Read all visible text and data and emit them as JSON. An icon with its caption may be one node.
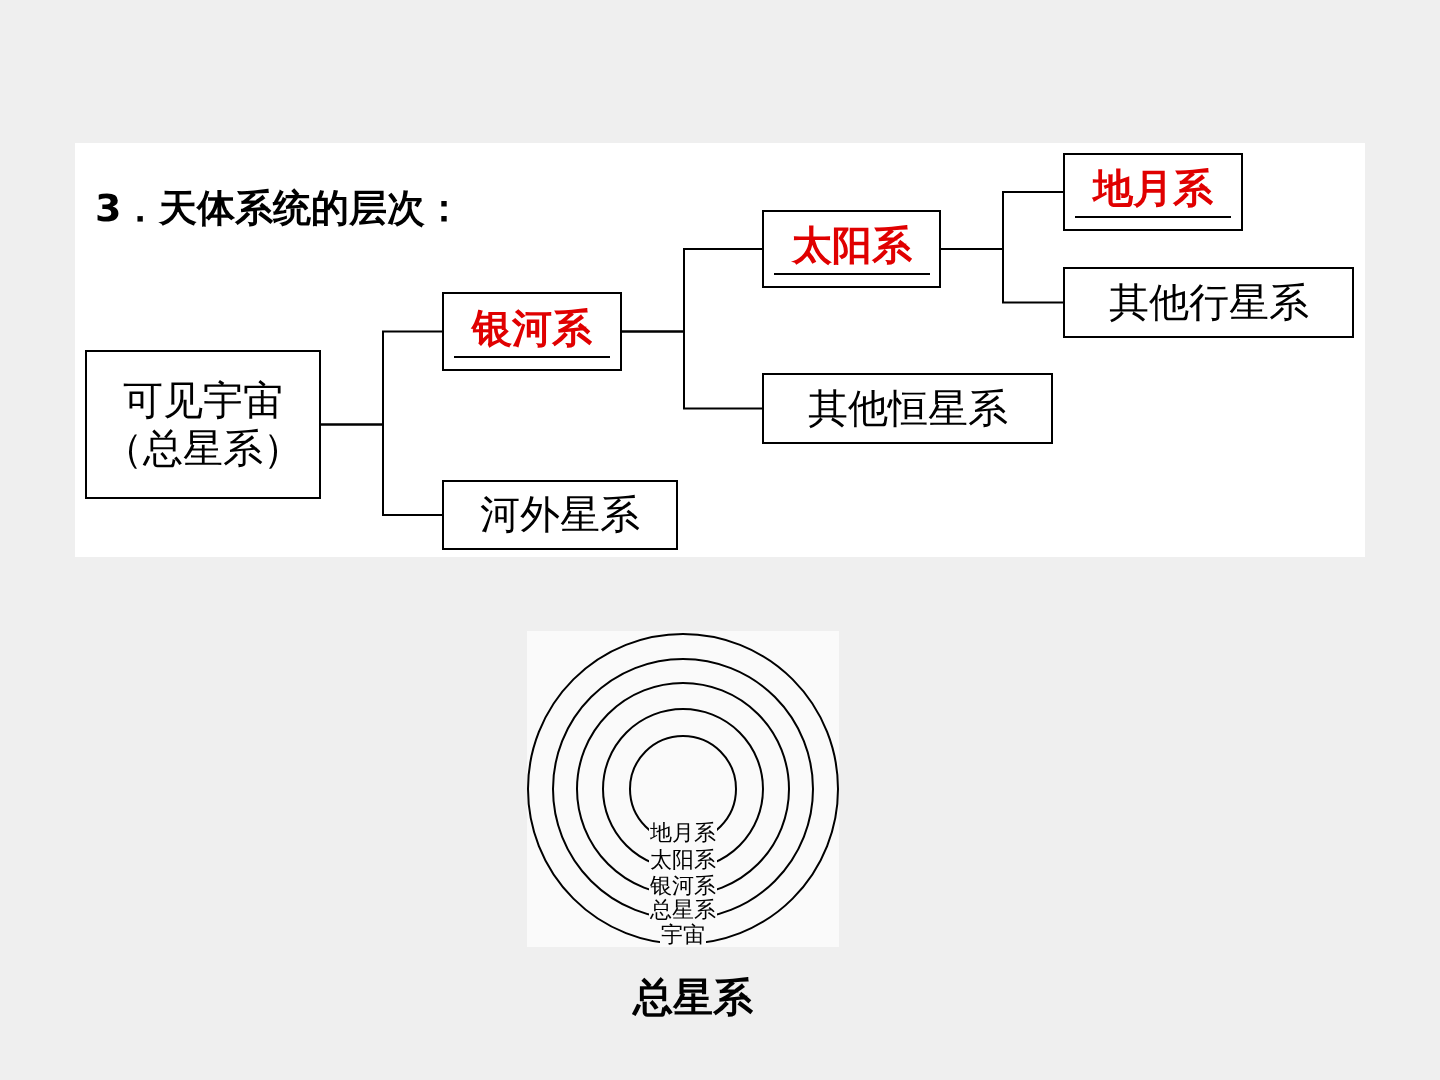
{
  "diagram": {
    "title": "3．天体系统的层次：",
    "caption": "总星系",
    "nodes": [
      {
        "text": [
          "可见宇宙（总星系）"
        ]
      },
      {
        "text": [
          "银河系"
        ]
      },
      {
        "text": [
          "河外星系"
        ]
      },
      {
        "text": [
          "太阳系"
        ]
      },
      {
        "text": [
          "其他恒星系"
        ]
      },
      {
        "text": [
          "地月系"
        ]
      },
      {
        "text": [
          "其他行星系"
        ]
      },
      {
        "text": [
          "宇宙"
        ]
      },
      {
        "text": [
          "总星系"
        ],
        "in": 7
      },
      {
        "text": [
          "银河系"
        ],
        "in": 8
      },
      {
        "text": [
          "太阳系"
        ],
        "in": 9
      },
      {
        "text": [
          "地月系"
        ],
        "in": 10
      }
    ],
    "edges": [
      {
        "from": 0,
        "to": 1,
        "arrow": "none"
      },
      {
        "from": 0,
        "to": 2,
        "arrow": "none"
      },
      {
        "from": 1,
        "to": 3,
        "arrow": "none"
      },
      {
        "from": 1,
        "to": 4,
        "arrow": "none"
      },
      {
        "from": 3,
        "to": 5,
        "arrow": "none"
      },
      {
        "from": 3,
        "to": 6,
        "arrow": "none"
      }
    ]
  }
}
